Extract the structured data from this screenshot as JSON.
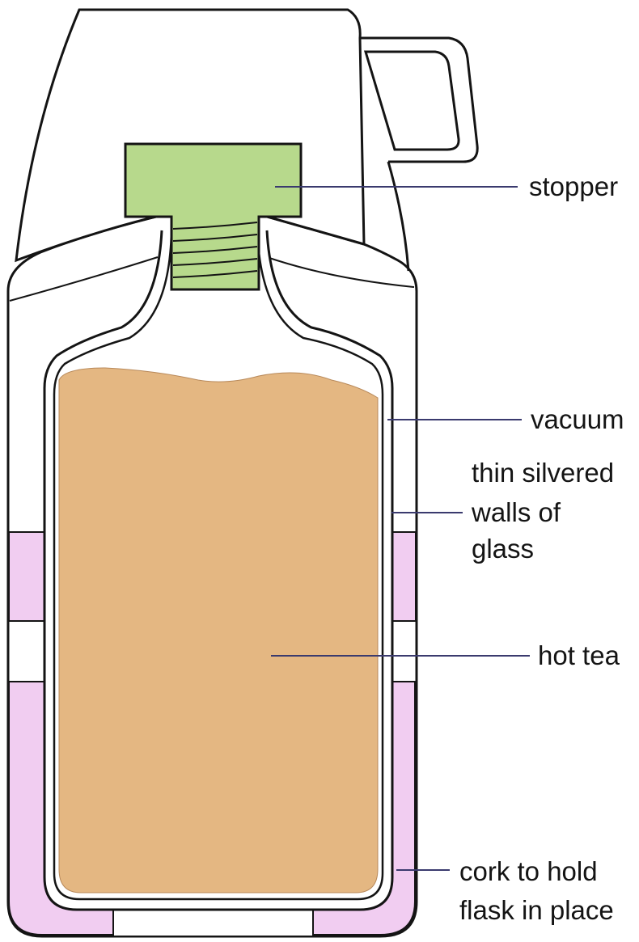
{
  "labels": {
    "stopper": "stopper",
    "vacuum": "vacuum",
    "walls_line1": "thin silvered",
    "walls_line2": "walls of",
    "walls_line3": "glass",
    "hot_tea": "hot tea",
    "cork_line1": "cork to hold",
    "cork_line2": "flask in place"
  },
  "colors": {
    "outline": "#141414",
    "stopper": "#b7d98c",
    "tea": "#e4b782",
    "cork": "#f1cdf1",
    "leader": "#3a3a6e"
  }
}
